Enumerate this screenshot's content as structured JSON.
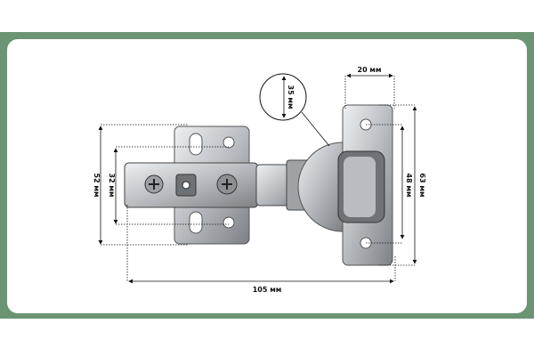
{
  "dimensions": {
    "plate_height": "52 мм",
    "plate_hole_spacing": "32 мм",
    "total_length": "105 мм",
    "cup_plate_width": "20 мм",
    "cup_plate_height": "63 мм",
    "cup_hole_spacing": "48 мм",
    "cup_diameter": "35 мм"
  },
  "colors": {
    "frame": "#6b9474",
    "card": "#ffffff",
    "metal": "#c9ccd0"
  }
}
